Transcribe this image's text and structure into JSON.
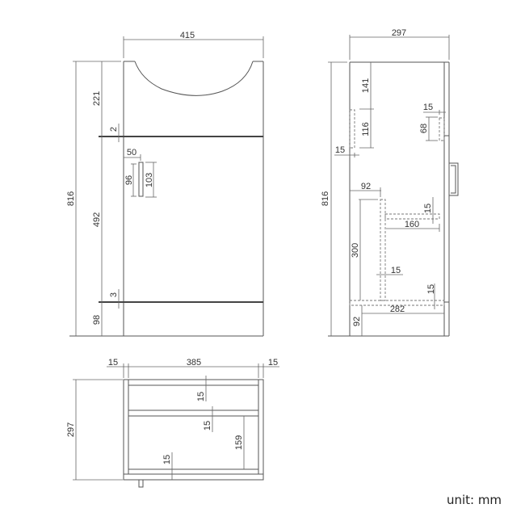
{
  "diagram": {
    "type": "technical-drawing",
    "subject": "vanity cabinet unit dimensions",
    "unit_label": "unit: mm",
    "colors": {
      "line": "#555555",
      "text": "#333333",
      "background": "#ffffff"
    },
    "front_view": {
      "width": "415",
      "total_height": "816",
      "top_section": "221",
      "top_gap": "2",
      "door_height": "492",
      "bottom_gap": "3",
      "plinth": "98",
      "handle_offset": "50",
      "handle_inner": "96",
      "handle_outer": "103"
    },
    "side_view": {
      "depth": "297",
      "total_height": "816",
      "top_to_rail": "141",
      "rail_height": "116",
      "rail_thickness": "15",
      "door_thickness": "15",
      "hinge_height": "68",
      "panel_offset": "92",
      "shelf_bracket_width": "160",
      "shelf_bracket_thickness": "15",
      "panel_height": "300",
      "divider_thickness": "15",
      "base_thickness": "15",
      "base_depth": "282",
      "plinth_height": "92"
    },
    "top_view": {
      "left_side": "15",
      "inner_width": "385",
      "right_side": "15",
      "depth": "297",
      "rail_1": "15",
      "rail_2": "15",
      "inner_depth": "159",
      "back_panel": "15"
    }
  }
}
